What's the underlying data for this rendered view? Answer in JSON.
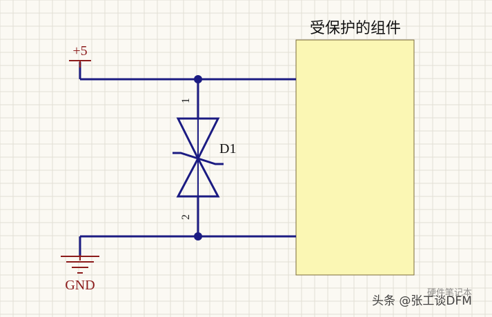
{
  "colors": {
    "background": "#fbf9f3",
    "grid": "#e2ded4",
    "wire": "#1b1b82",
    "power_symbol": "#8b1a1a",
    "component_fill": "#fbf7b4",
    "component_stroke": "#7a6a3a",
    "text": "#111111",
    "pin_text": "#222222",
    "watermark": "#222222"
  },
  "icons": {
    "power": "power-rail-icon",
    "ground": "ground-icon",
    "diode": "tvs-diode-icon",
    "junction": "junction-dot-icon"
  },
  "labels": {
    "protected_component": "受保护的组件",
    "power_rail": "+5",
    "ground": "GND",
    "diode_ref": "D1",
    "pin_1": "1",
    "pin_2": "2"
  },
  "watermark": {
    "text": "头条 @张工谈DFM",
    "overlay_text": "硬件笔记本"
  }
}
